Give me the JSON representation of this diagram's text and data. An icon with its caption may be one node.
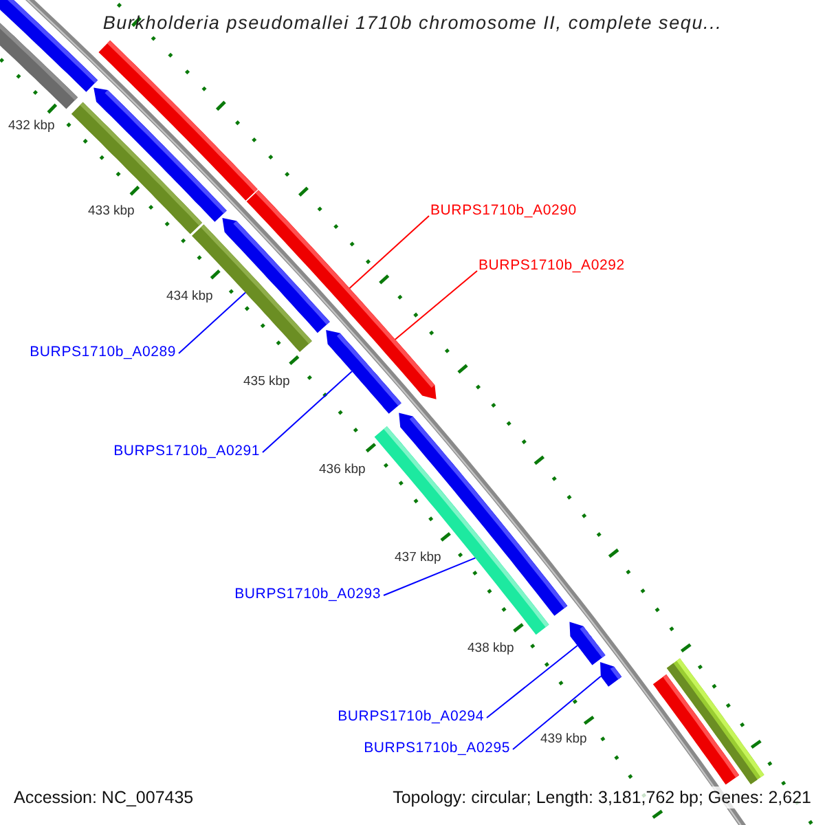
{
  "diagram": {
    "title": "Burkholderia pseudomallei 1710b chromosome II, complete sequ...",
    "nodes": [
      {
        "text": [
          "BURPS1710b_A0290"
        ]
      },
      {
        "text": [
          "BURPS1710b_A0292"
        ]
      },
      {
        "text": [
          "BURPS1710b_A0289"
        ]
      },
      {
        "text": [
          "BURPS1710b_A0291"
        ]
      },
      {
        "text": [
          "BURPS1710b_A0293"
        ]
      },
      {
        "text": [
          "BURPS1710b_A0294"
        ]
      },
      {
        "text": [
          "BURPS1710b_A0295"
        ]
      },
      {
        "text": [],
        "shape": "bar"
      },
      {
        "text": [],
        "shape": "bar"
      },
      {
        "text": [],
        "shape": "bar"
      },
      {
        "text": [],
        "shape": "bar"
      },
      {
        "text": [],
        "shape": "bar"
      },
      {
        "text": [],
        "shape": "bar"
      },
      {
        "text": [],
        "shape": "bar"
      },
      {
        "text": [],
        "shape": "bar"
      },
      {
        "text": [],
        "shape": "bar"
      },
      {
        "text": [],
        "shape": "bar"
      },
      {
        "text": [],
        "shape": "bar"
      },
      {
        "text": [],
        "shape": "bar"
      },
      {
        "text": [],
        "shape": "bar"
      },
      {
        "text": [],
        "shape": "bar"
      },
      {
        "text": [],
        "shape": "bar"
      }
    ],
    "edges": [
      {
        "from": 0,
        "to": 12,
        "arrow": "none",
        "color": "#ff0000"
      },
      {
        "from": 1,
        "to": 12,
        "arrow": "none",
        "color": "#ff0000"
      },
      {
        "from": 2,
        "to": 13,
        "arrow": "none"
      },
      {
        "from": 3,
        "to": 15,
        "arrow": "none"
      },
      {
        "from": 4,
        "to": 16,
        "arrow": "none"
      },
      {
        "from": 5,
        "to": 18,
        "arrow": "none"
      },
      {
        "from": 6,
        "to": 19,
        "arrow": "none"
      }
    ],
    "labels": [
      "432 kbp",
      "433 kbp",
      "434 kbp",
      "435 kbp",
      "436 kbp",
      "437 kbp",
      "438 kbp",
      "439 kbp",
      "Accession: NC_007435",
      "Topology: circular; Length: 3,181,762 bp; Genes: 2,621"
    ]
  }
}
